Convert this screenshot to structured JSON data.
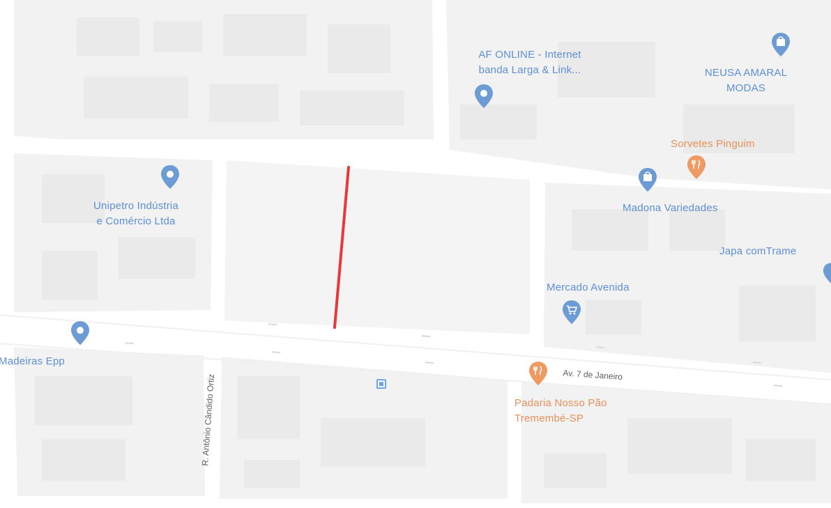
{
  "map": {
    "background_color": "#ffffff",
    "block_color": "#f2f2f2",
    "road_color": "#ffffff",
    "highlight_color": "#e5393d",
    "poi_blue": "#5d8fd6",
    "poi_orange": "#e8905a"
  },
  "pois": [
    {
      "id": "af-online",
      "line1": "AF ONLINE - Internet",
      "line2": "banda Larga & Link...",
      "color": "blue",
      "icon": "location-pin-icon"
    },
    {
      "id": "neusa",
      "line1": "NEUSA AMARAL",
      "line2": "MODAS",
      "color": "blue",
      "icon": "shopping-bag-icon"
    },
    {
      "id": "sorvetes",
      "line1": "Sorvetes Pinguim",
      "color": "orange",
      "icon": "restaurant-icon"
    },
    {
      "id": "unipetro",
      "line1": "Unipetro Indústria",
      "line2": "e Comércio Ltda",
      "color": "blue",
      "icon": "location-pin-icon"
    },
    {
      "id": "madona",
      "line1": "Madona Variedades",
      "color": "blue",
      "icon": "shopping-bag-icon"
    },
    {
      "id": "japa",
      "line1": "Japa comTrame",
      "color": "blue",
      "icon": "shopping-bag-icon"
    },
    {
      "id": "mercado",
      "line1": "Mercado Avenida",
      "color": "blue",
      "icon": "shopping-cart-icon"
    },
    {
      "id": "madeiras",
      "line1": "Madeiras Epp",
      "color": "blue",
      "icon": "location-pin-icon"
    },
    {
      "id": "padaria",
      "line1": "Padaria Nosso Pão",
      "line2": "Tremembé-SP",
      "color": "orange",
      "icon": "restaurant-icon"
    }
  ],
  "streets": {
    "vertical": "R. Antônio Cândido Ortiz",
    "horizontal": "Av. 7 de Janeiro"
  },
  "icons": {
    "transit": "bus-stop-icon"
  }
}
